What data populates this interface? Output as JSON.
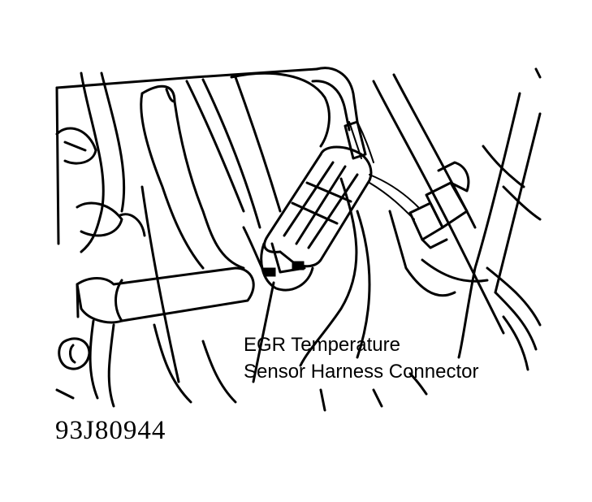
{
  "callout": {
    "line1": "EGR Temperature",
    "line2": "Sensor Harness Connector"
  },
  "figure_id": "93J80944"
}
